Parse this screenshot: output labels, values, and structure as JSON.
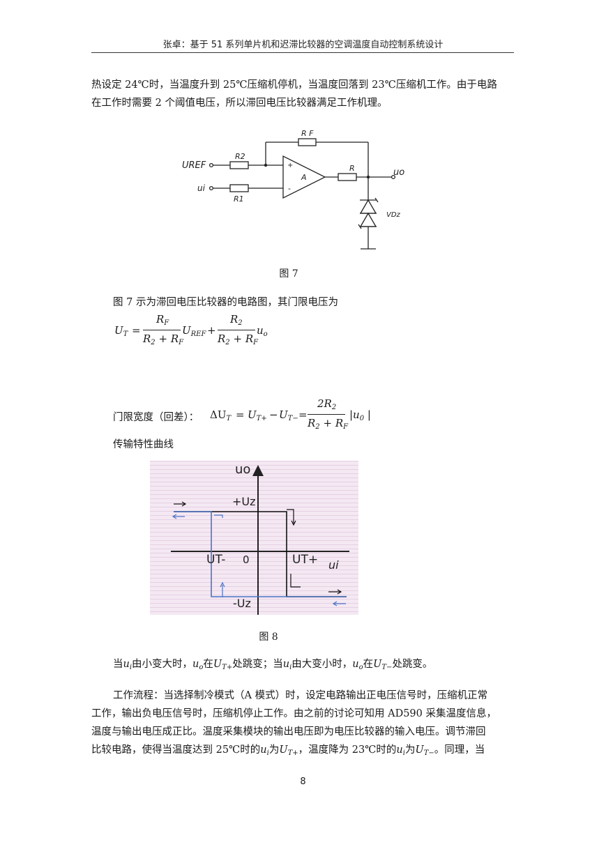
{
  "header": {
    "title": "张卓：基于 51 系列单片机和迟滞比较器的空调温度自动控制系统设计"
  },
  "paragraphs": {
    "intro_line1": "热设定 24℃时，当温度升到 25℃压缩机停机，当温度回落到 23℃压缩机工作。由于电路",
    "intro_line2": "在工作时需要 2 个阈值电压，所以滞回电压比较器满足工作机理。"
  },
  "circuit": {
    "labels": {
      "rf": "R F",
      "r2": "R2",
      "r1": "R1",
      "r": "R",
      "uref": "UREF",
      "ui": "ui",
      "plus": "+",
      "minus": "-",
      "amp": "A",
      "uo": "uo",
      "vdz": "VDz"
    }
  },
  "figure7": {
    "caption": "图 7"
  },
  "formula_intro": "图 7 示为滞回电压比较器的电路图，其门限电压为",
  "formula1": {
    "lhs": "U",
    "lhs_sub": "T",
    "eq": "=",
    "num1": "R",
    "num1_sub": "F",
    "den1": "R",
    "den1_sub_a": "2",
    "den1_plus": "+",
    "den1_b": "R",
    "den1_sub_b": "F",
    "term1": "U",
    "term1_sub": "REF",
    "plus": "+",
    "num2": "R",
    "num2_sub": "2",
    "den2": "R",
    "den2_sub_a": "2",
    "den2_plus": "+",
    "den2_b": "R",
    "den2_sub_b": "F",
    "term2": "u",
    "term2_sub": "o"
  },
  "formula2": {
    "label": "门限宽度（回差）：",
    "delta": "ΔU",
    "delta_sub": "T",
    "eq": "=",
    "a": "U",
    "a_sub": "T+",
    "minus": "−",
    "b": "U",
    "b_sub": "T−",
    "eq2": "=",
    "num": "2R",
    "num_sub": "2",
    "den": "R",
    "den_sub_a": "2",
    "den_plus": "+",
    "den_b": "R",
    "den_sub_b": "F",
    "abs": "|u",
    "abs_sub": "0",
    "abs_end": "|"
  },
  "curve_title": "传输特性曲线",
  "transfer_chart": {
    "labels": {
      "uo": "uo",
      "plus_uz": "+Uz",
      "minus_uz": "-Uz",
      "ut_minus": "UT-",
      "zero": "0",
      "ut_plus": "UT+",
      "ui": "ui"
    },
    "colors": {
      "background": "#f3e6f2",
      "stripe": "#e9d4e6",
      "rising": "#000000",
      "falling": "#4a72c4"
    }
  },
  "figure8": {
    "caption": "图 8"
  },
  "jump_text": {
    "p1": "当",
    "ui1": "u",
    "ui1_sub": "i",
    "p2": "由小变大时，",
    "uo1": "u",
    "uo1_sub": "o",
    "p3": "在",
    "ut1": "U",
    "ut1_sub": "T+",
    "p4": "处跳变；当",
    "ui2": "u",
    "ui2_sub": "i",
    "p5": "由大变小时，",
    "uo2": "u",
    "uo2_sub": "o",
    "p6": "在",
    "ut2": "U",
    "ut2_sub": "T−",
    "p7": "处跳变。"
  },
  "workflow": {
    "line1": "工作流程：当选择制冷模式（A 模式）时，设定电路输出正电压信号时，压缩机正常",
    "line2": "工作，输出负电压信号时，压缩机停止工作。由之前的讨论可知用 AD590 采集温度信息，",
    "line3": "温度与输出电压成正比。温度采集模块的输出电压即为电压比较器的输入电压。调节滞回",
    "line4_a": "比较电路，使得当温度达到 25℃时的",
    "line4_ui1": "u",
    "line4_ui1_sub": "i",
    "line4_b": "为",
    "line4_ut1": "U",
    "line4_ut1_sub": "T+",
    "line4_c": "，温度降为 23℃时的",
    "line4_ui2": "u",
    "line4_ui2_sub": "i",
    "line4_d": "为",
    "line4_ut2": "U",
    "line4_ut2_sub": "T−",
    "line4_e": "。同理，当"
  },
  "page_number": "8"
}
